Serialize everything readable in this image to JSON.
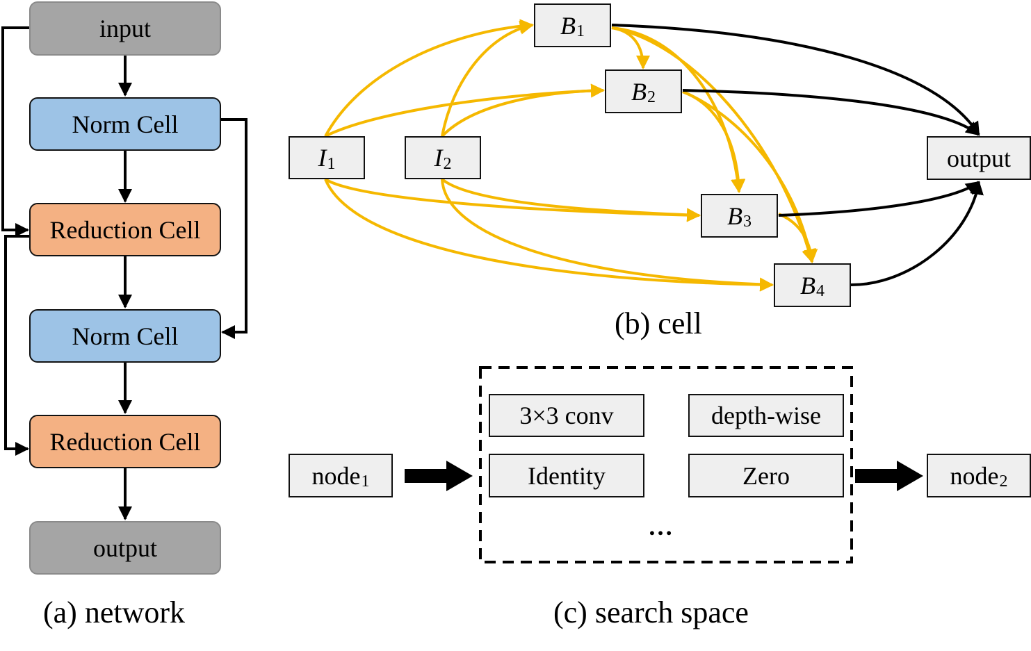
{
  "network": {
    "input": "input",
    "norm_cell_1": "Norm Cell",
    "reduction_cell_1": "Reduction Cell",
    "norm_cell_2": "Norm Cell",
    "reduction_cell_2": "Reduction Cell",
    "output": "output",
    "caption": "(a) network"
  },
  "cell": {
    "I1": {
      "base": "I",
      "sub": "1"
    },
    "I2": {
      "base": "I",
      "sub": "2"
    },
    "B1": {
      "base": "B",
      "sub": "1"
    },
    "B2": {
      "base": "B",
      "sub": "2"
    },
    "B3": {
      "base": "B",
      "sub": "3"
    },
    "B4": {
      "base": "B",
      "sub": "4"
    },
    "output": "output",
    "caption": "(b) cell"
  },
  "search_space": {
    "node1": {
      "base": "node",
      "sub": "1"
    },
    "node2": {
      "base": "node",
      "sub": "2"
    },
    "ops": [
      "3×3 conv",
      "depth-wise",
      "Identity",
      "Zero"
    ],
    "more": "…",
    "caption": "(c) search space"
  },
  "colors": {
    "gray": "#a5a5a5",
    "blue": "#9dc3e6",
    "orange": "#f4b183",
    "yellow_edge": "#f5b800",
    "black_edge": "#000000",
    "box_fill": "#efefef"
  }
}
